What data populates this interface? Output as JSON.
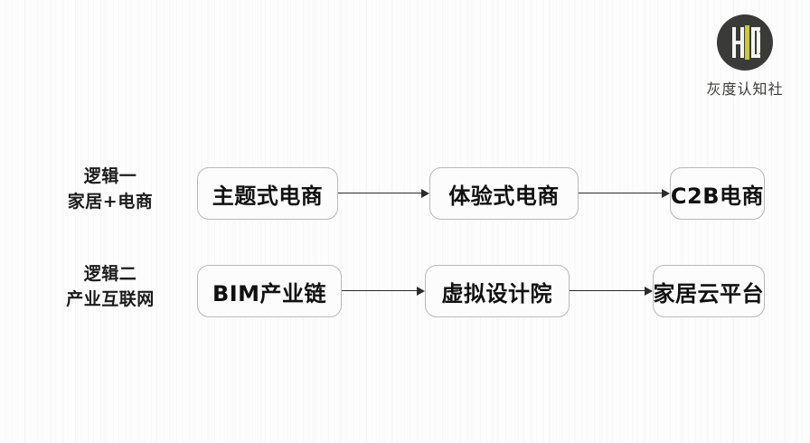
{
  "logo": {
    "mark_name": "HD",
    "brand_text": "灰度认知社",
    "circle_color": "#3a3a38",
    "accent_color": "#c9c93a",
    "text_color": "#3d3d3b"
  },
  "canvas": {
    "background_color": "#fdfdfd"
  },
  "rows": [
    {
      "label_line_1": "逻辑一",
      "label_line_2": "家居+电商",
      "nodes": [
        "主题式电商",
        "体验式电商",
        "C2B电商"
      ],
      "connectors": [
        "arrow-right-icon",
        "arrow-right-icon"
      ]
    },
    {
      "label_line_1": "逻辑二",
      "label_line_2": "产业互联网",
      "nodes": [
        "BIM产业链",
        "虚拟设计院",
        "家居云平台"
      ],
      "connectors": [
        "arrow-right-icon",
        "arrow-right-icon"
      ]
    }
  ],
  "style": {
    "node_border_color": "#b9b9b9",
    "node_fill_color": "#fcfcfc",
    "node_text_color": "#101010",
    "connector_color": "#2b2b2b",
    "label_text_color": "#1b1b1b"
  }
}
